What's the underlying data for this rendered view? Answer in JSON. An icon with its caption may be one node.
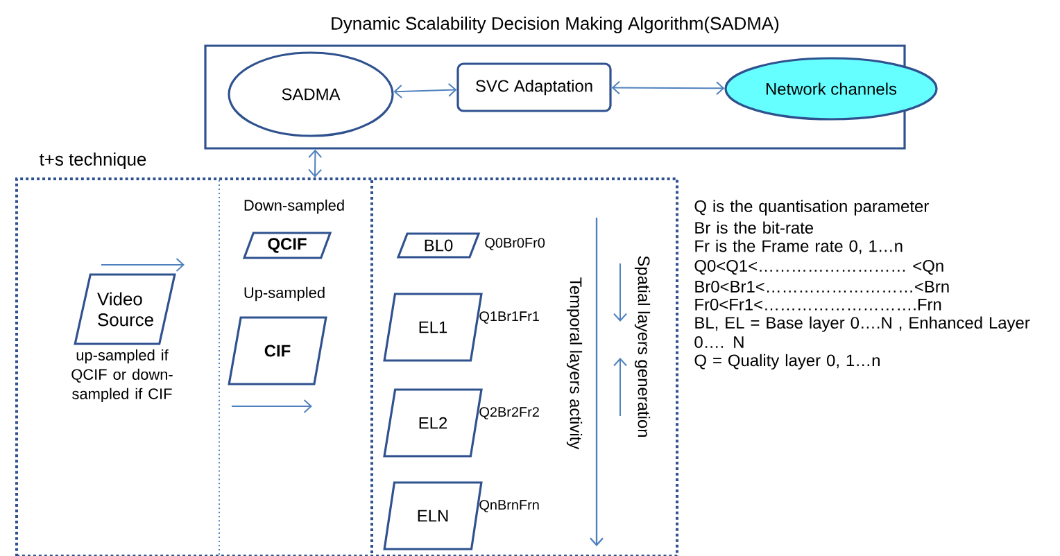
{
  "diagram": {
    "nodes": [
      {
        "text": [
          "Dynamic Scalability Decision Making  Algorithm(SADMA)"
        ]
      },
      {
        "text": [
          "SADMA"
        ],
        "in": 0
      },
      {
        "text": [
          "SVC Adaptation"
        ],
        "in": 0
      },
      {
        "text": [
          "Network channels"
        ],
        "in": 0
      },
      {
        "text": [
          "t+s  technique"
        ]
      },
      {
        "text": [
          "Video Source"
        ],
        "in": 4,
        "beside": [
          "up-sampled if QCIF or down-sampled if CIF"
        ]
      },
      {
        "text": [
          "QCIF"
        ],
        "in": 4,
        "beside": [
          "Down-sampled"
        ]
      },
      {
        "text": [
          "CIF"
        ],
        "in": 4,
        "beside": [
          "Up-sampled"
        ]
      },
      {
        "text": [
          "BL0"
        ],
        "in": 4,
        "beside": [
          "Q0Br0Fr0"
        ]
      },
      {
        "text": [
          "EL1"
        ],
        "in": 4,
        "beside": [
          "Q1Br1Fr1"
        ]
      },
      {
        "text": [
          "EL2"
        ],
        "in": 4,
        "beside": [
          "Q2Br2Fr2"
        ]
      },
      {
        "text": [
          "ELN"
        ],
        "in": 4,
        "beside": [
          "QnBrnFrn"
        ]
      }
    ],
    "edges": [
      {
        "from": 1,
        "to": 2,
        "arrow": "both"
      },
      {
        "from": 2,
        "to": 3,
        "arrow": "both"
      },
      {
        "from": 0,
        "to": 4,
        "arrow": "both"
      }
    ],
    "labels": [
      "Temporal layers activity",
      "Spatial  layers  generation",
      "Q  is the quantisation parameter",
      "Br  is the bit-rate",
      "Fr is the Frame rate 0, 1…n",
      "Q0<Q1<……………………… <Qn",
      "Br0<Br1<………………………<Brn",
      "Fr0<Fr1<……………………….Frn",
      "BL, EL = Base layer 0….N , Enhanced Layer 0…. N",
      "Q = Quality layer 0, 1…n"
    ]
  }
}
